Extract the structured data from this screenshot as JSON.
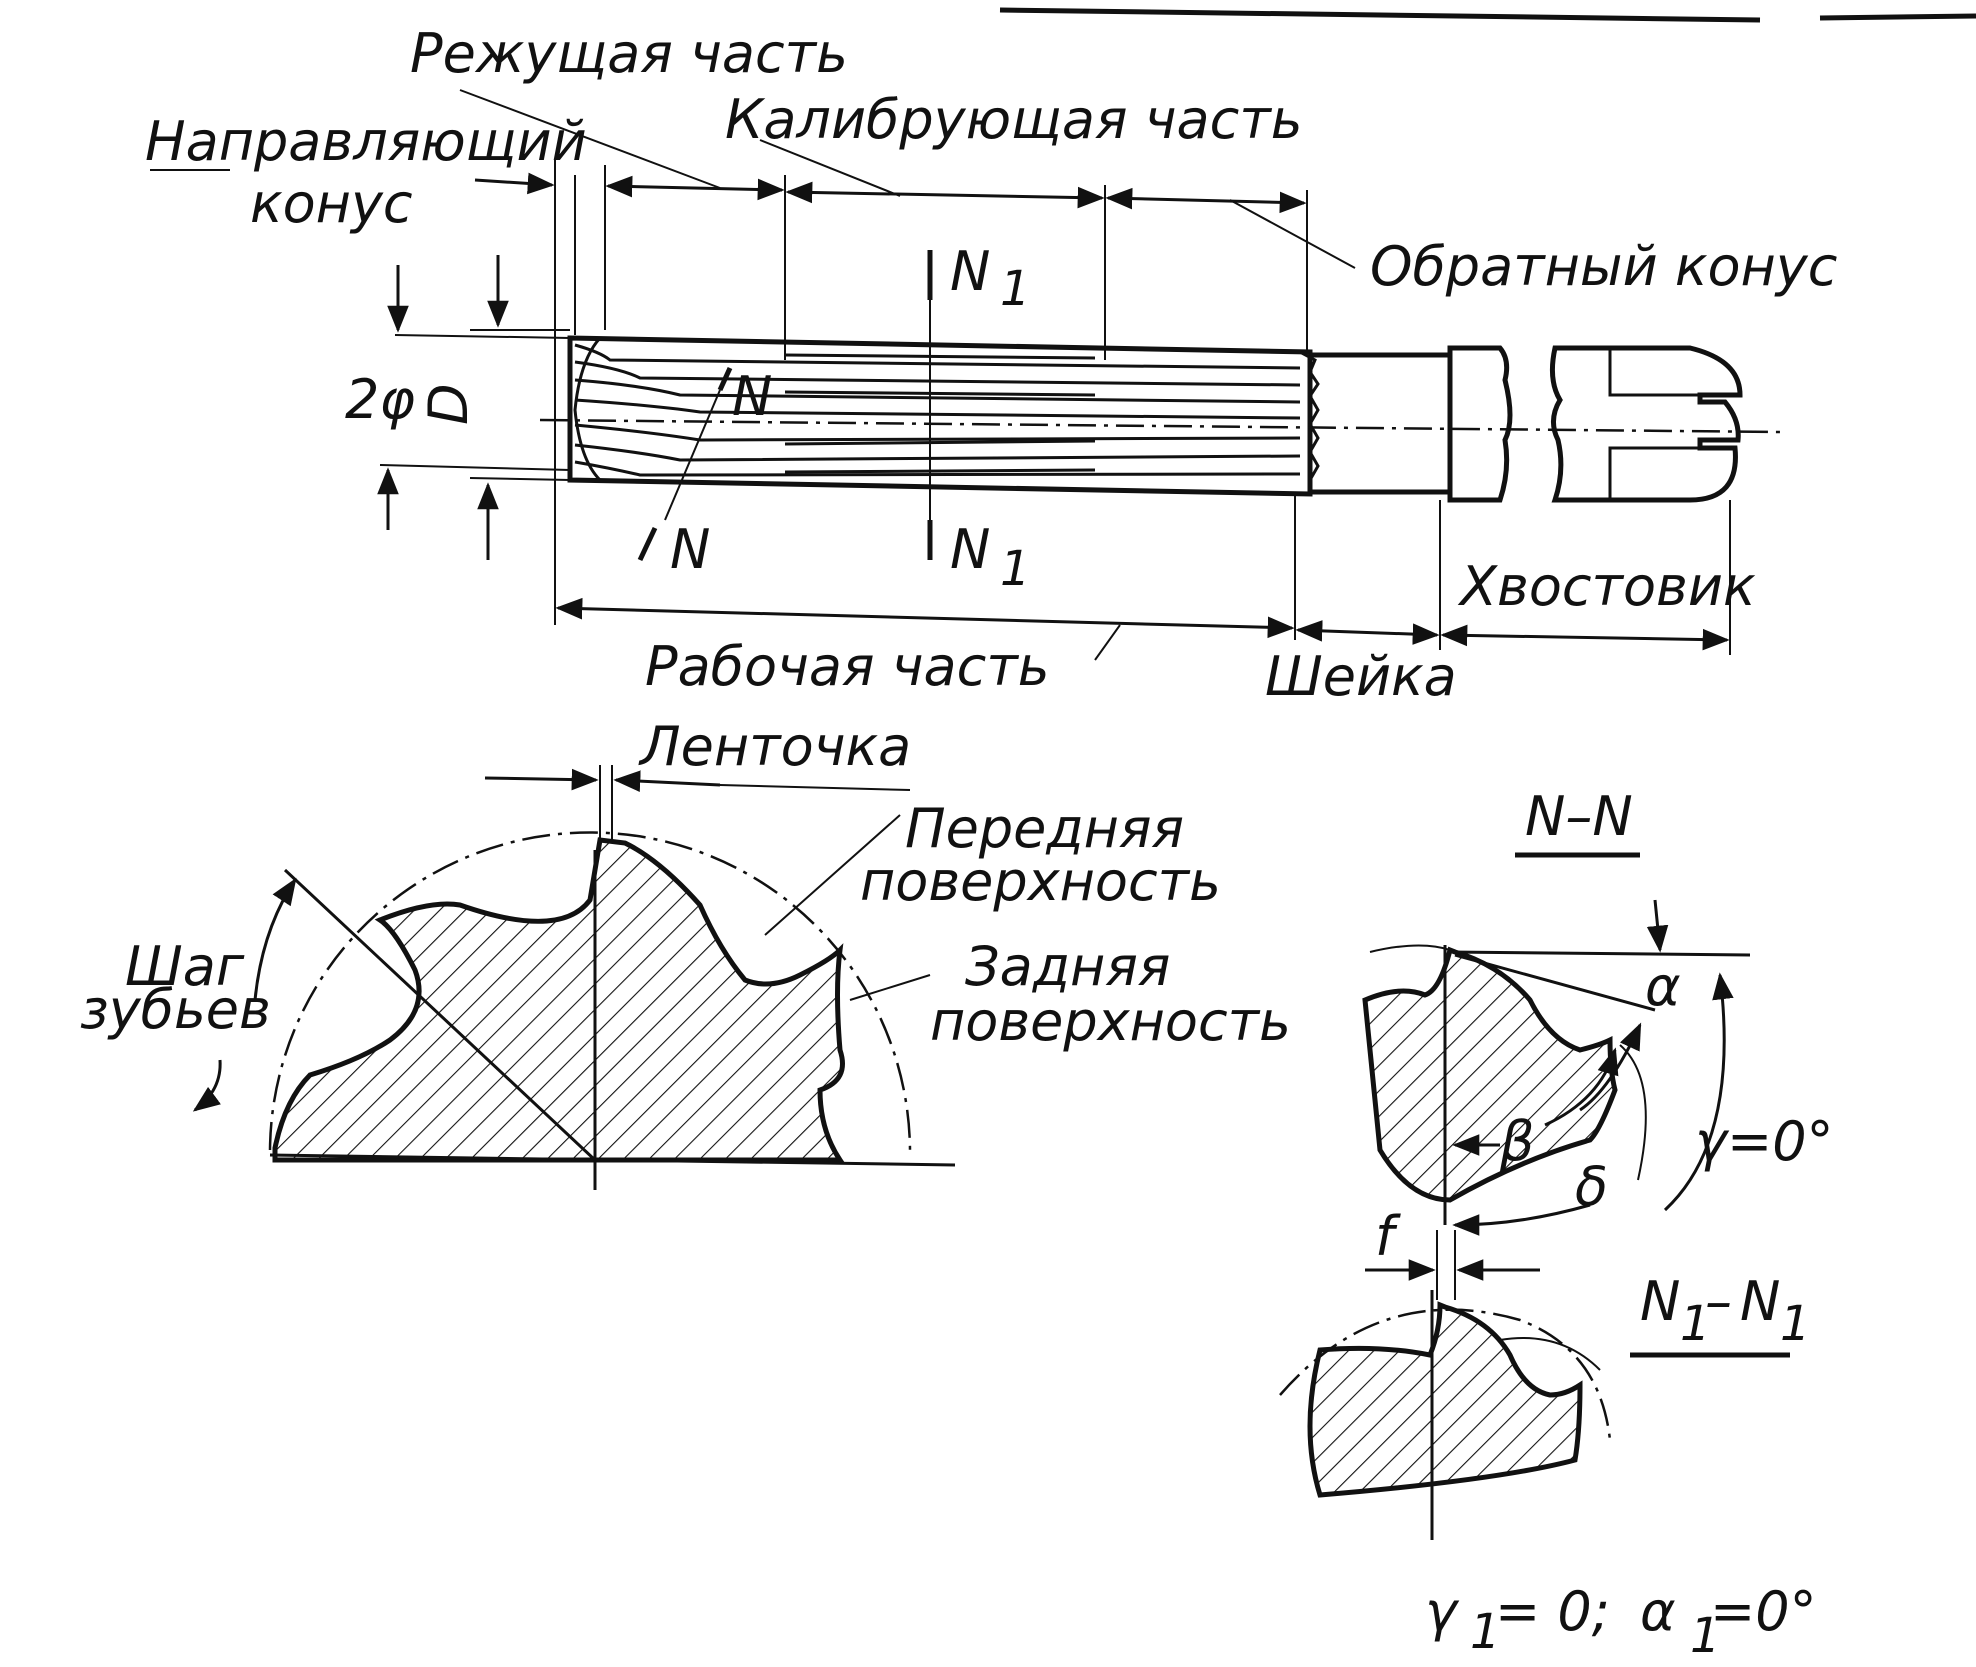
{
  "reamer_view": {
    "labels": {
      "cutting_part": "Режущая часть",
      "calibrating_part": "Калибрующая часть",
      "guide_cone_1": "Направляющий",
      "guide_cone_2": "конус",
      "reverse_cone": "Обратный конус",
      "two_phi": "2φ",
      "diameter": "D",
      "section_n_top": "N",
      "section_n_bottom": "N",
      "section_n1_top": "N",
      "section_n1_bottom": "N",
      "sub1": "1",
      "working_part": "Рабочая часть",
      "neck": "Шейка",
      "shank": "Хвостовик"
    }
  },
  "cross_section": {
    "labels": {
      "land": "Ленточка",
      "front_1": "Передняя",
      "front_2": "поверхность",
      "back_1": "Задняя",
      "back_2": "поверхность",
      "pitch_1": "Шаг",
      "pitch_2": "зубьев"
    }
  },
  "section_nn": {
    "title": "N–N",
    "alpha": "α",
    "beta": "β",
    "delta": "δ",
    "gamma": "γ=0°",
    "f": "f"
  },
  "section_n1n1": {
    "title_n": "N",
    "title_sub": "1",
    "title_dash": "–",
    "formula_gamma": "γ",
    "formula_sub1": "1",
    "formula_eq1": "= 0;",
    "formula_alpha": "α",
    "formula_sub2": "1",
    "formula_eq2": "=0°"
  }
}
